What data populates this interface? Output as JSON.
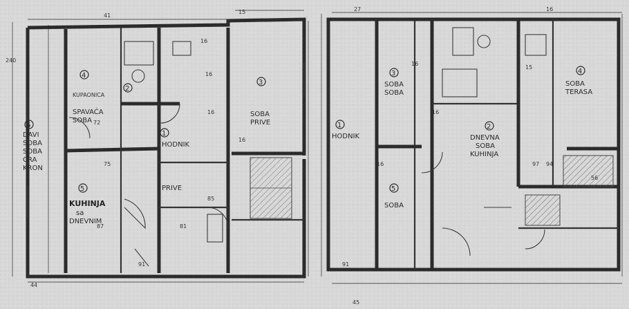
{
  "left_plan": {
    "rooms": [
      {
        "number": "6",
        "lines": [
          "DAVI",
          "SOBA",
          "SOBA",
          "CRA",
          "KRON"
        ]
      },
      {
        "number": "5",
        "lines": [
          "KUHINJA",
          "sa",
          "DNEVNIM"
        ]
      },
      {
        "number": "3",
        "lines": [
          "SOBA",
          "PRIVE"
        ]
      },
      {
        "number": "2",
        "lines": [
          "KUPAONICA"
        ]
      },
      {
        "number": "1",
        "lines": [
          "HODNIK",
          "PRIVE"
        ]
      },
      {
        "number": "4",
        "lines": [
          "SPAVAĆA",
          "SOBA"
        ]
      }
    ]
  },
  "right_plan": {
    "rooms": [
      {
        "number": "3",
        "lines": [
          "SOBA",
          "SOBA"
        ]
      },
      {
        "number": "2",
        "lines": [
          "DNEVNA",
          "SOBA",
          "KUHINJA"
        ]
      },
      {
        "number": "1",
        "lines": [
          "HODNIK"
        ]
      },
      {
        "number": "5",
        "lines": [
          "SOBA"
        ]
      },
      {
        "number": "4",
        "lines": [
          "SOBA",
          "TERASA"
        ]
      }
    ]
  }
}
